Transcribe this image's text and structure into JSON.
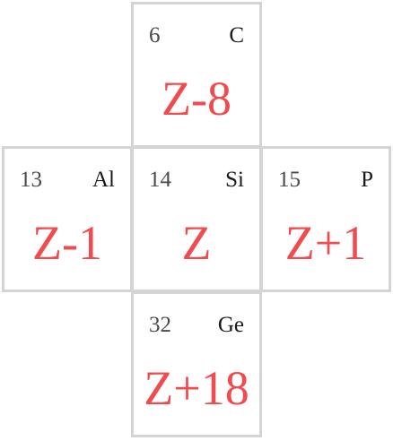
{
  "cells": {
    "top": {
      "number": "6",
      "symbol": "C",
      "relation": "Z-8"
    },
    "left": {
      "number": "13",
      "symbol": "Al",
      "relation": "Z-1"
    },
    "center": {
      "number": "14",
      "symbol": "Si",
      "relation": "Z"
    },
    "right": {
      "number": "15",
      "symbol": "P",
      "relation": "Z+1"
    },
    "bottom": {
      "number": "32",
      "symbol": "Ge",
      "relation": "Z+18"
    }
  },
  "colors": {
    "relation_text": "#f04c4f",
    "border": "#d4d4d4",
    "number_text": "#4a4a4a",
    "symbol_text": "#1a1a1a"
  }
}
